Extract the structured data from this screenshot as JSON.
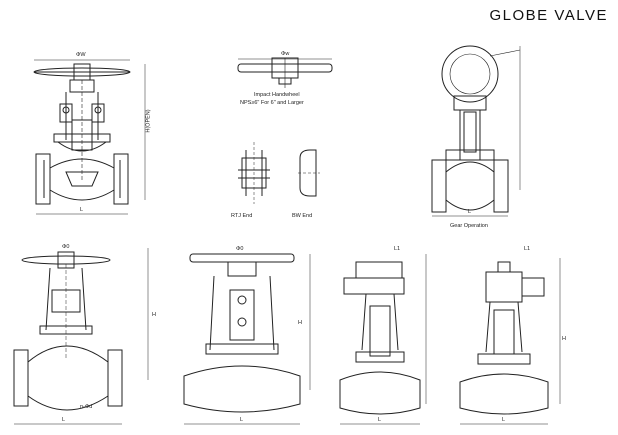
{
  "title": "GLOBE VALVE",
  "captions": {
    "impact_line1": "Impact Handwheel",
    "impact_line2": "NPS≥6\"  For 6\"  and Larger",
    "rtj_end": "RTJ End",
    "bw_end": "BW End",
    "gear_operation": "Gear Operation"
  },
  "dimension_labels": {
    "handwheel_dia": "ΦW",
    "impact_wheel_dia": "Φw",
    "height_open": "H(OPEN)",
    "length": "L",
    "d0": "Φ0",
    "h": "H",
    "l1": "L1",
    "n_phi_d": "n-Φd"
  },
  "colors": {
    "line": "#222222",
    "background": "#ffffff"
  }
}
